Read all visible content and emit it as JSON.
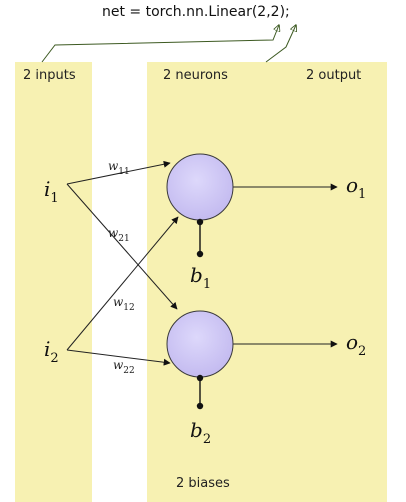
{
  "code_line": "net = torch.nn.Linear(2,2);",
  "regions": {
    "inputs_label": "2 inputs",
    "neurons_label": "2 neurons",
    "output_label": "2 output",
    "biases_label": "2 biases"
  },
  "inputs": [
    {
      "symbol": "i",
      "sub": "1"
    },
    {
      "symbol": "i",
      "sub": "2"
    }
  ],
  "outputs": [
    {
      "symbol": "o",
      "sub": "1"
    },
    {
      "symbol": "o",
      "sub": "2"
    }
  ],
  "biases": [
    {
      "symbol": "b",
      "sub": "1"
    },
    {
      "symbol": "b",
      "sub": "2"
    }
  ],
  "weights": [
    {
      "symbol": "w",
      "sub": "11"
    },
    {
      "symbol": "w",
      "sub": "21"
    },
    {
      "symbol": "w",
      "sub": "12"
    },
    {
      "symbol": "w",
      "sub": "22"
    }
  ],
  "colors": {
    "region_fill": "#f7f1b2",
    "neuron_fill": "#c8c0f2",
    "neuron_stroke": "#3a3a3a",
    "connector": "#3d5a22"
  }
}
